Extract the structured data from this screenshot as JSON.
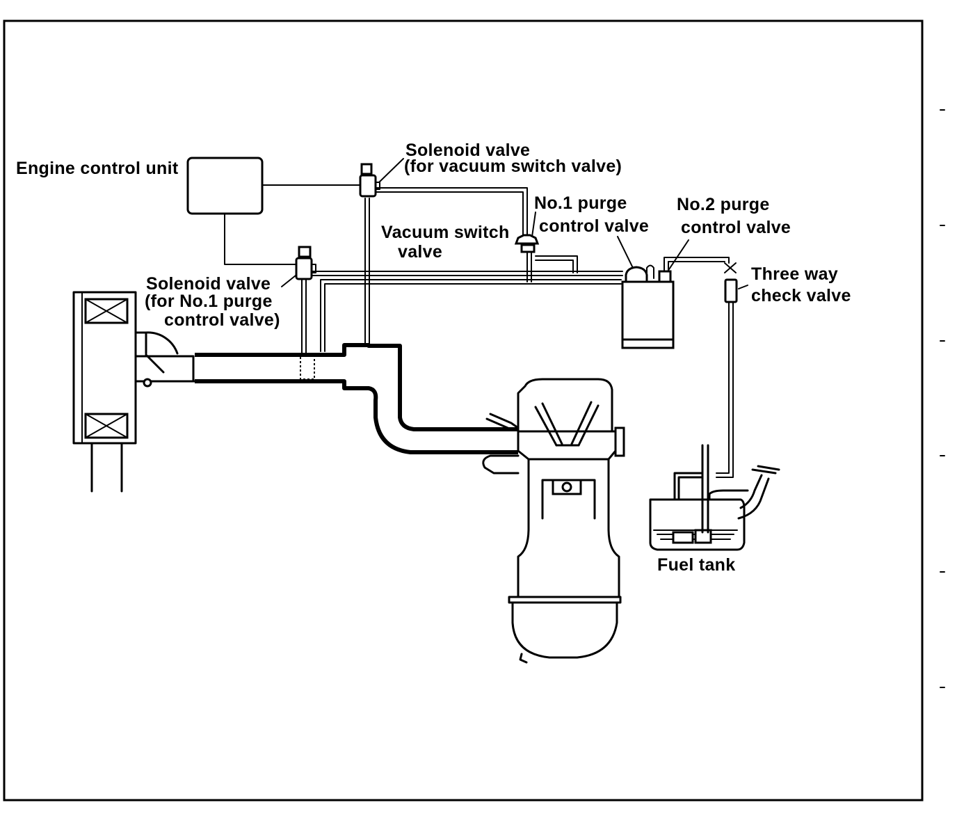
{
  "labels": {
    "engine_control_unit": "Engine control unit",
    "solenoid_vsv_line1": "Solenoid valve",
    "solenoid_vsv_line2": "(for vacuum switch valve)",
    "vacuum_switch_line1": "Vacuum switch",
    "vacuum_switch_line2": "valve",
    "no1_purge_line1": "No.1 purge",
    "no1_purge_line2": "control valve",
    "no2_purge_line1": "No.2 purge",
    "no2_purge_line2": "control valve",
    "solenoid_no1_line1": "Solenoid valve",
    "solenoid_no1_line2": "(for No.1 purge",
    "solenoid_no1_line3": "control valve)",
    "three_way_line1": "Three way",
    "three_way_line2": "check valve",
    "fuel_tank": "Fuel tank"
  }
}
